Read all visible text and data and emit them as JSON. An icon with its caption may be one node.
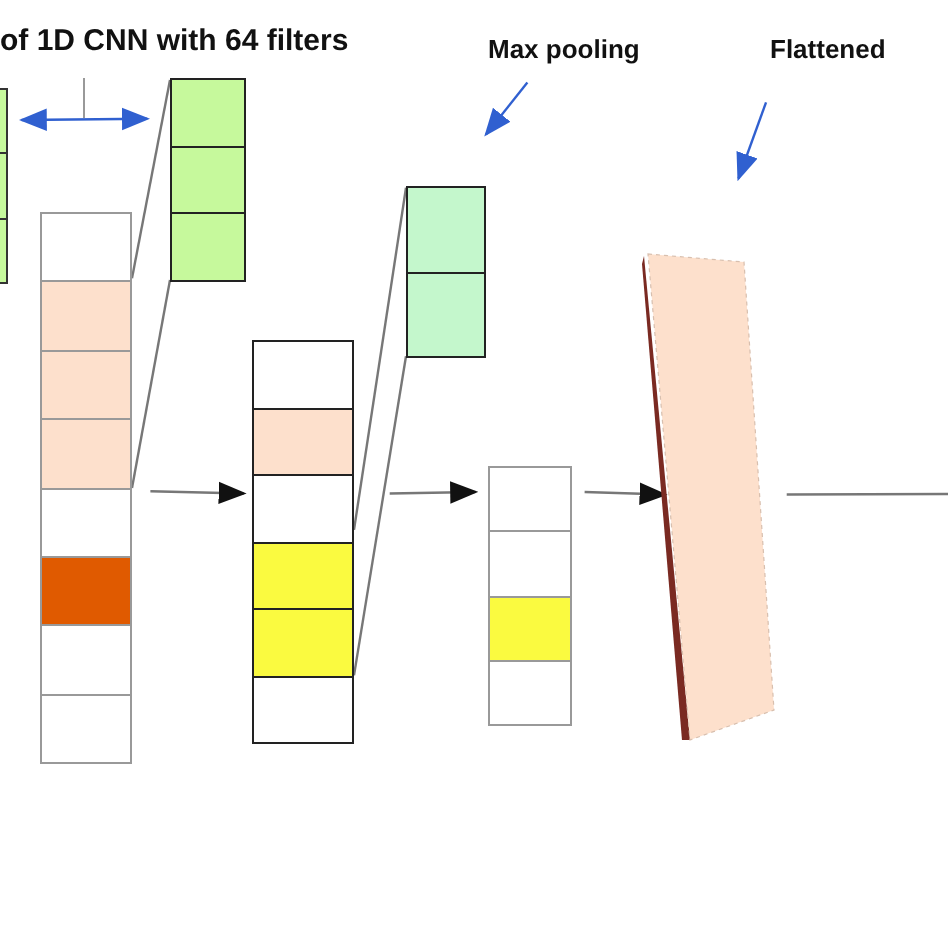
{
  "diagram": {
    "nodes": [
      {
        "text": [
          "Max pooling"
        ]
      },
      {
        "text": [
          "Flattened"
        ]
      },
      {
        "text": [],
        "shape": "box"
      },
      {
        "text": [],
        "shape": "box"
      },
      {
        "text": [],
        "shape": "box"
      },
      {
        "text": [],
        "shape": "box"
      },
      {
        "text": [],
        "shape": "box"
      },
      {
        "text": [],
        "shape": "box"
      },
      {
        "text": [],
        "shape": "bar"
      }
    ],
    "edges": [
      {
        "from": 0,
        "to": 6,
        "arrow": "to",
        "color": "#3060d0"
      },
      {
        "from": 1,
        "to": 8,
        "arrow": "to",
        "color": "#3060d0"
      },
      {
        "from": 4,
        "to": 3,
        "arrow": "none"
      },
      {
        "from": 4,
        "to": 3,
        "arrow": "none"
      },
      {
        "from": 6,
        "to": 5,
        "arrow": "none"
      },
      {
        "from": 6,
        "to": 5,
        "arrow": "none"
      },
      {
        "from": 3,
        "to": 5,
        "arrow": "to"
      },
      {
        "from": 5,
        "to": 7,
        "arrow": "to"
      },
      {
        "from": 7,
        "to": 8,
        "arrow": "to"
      },
      {
        "from": 8,
        "to": null,
        "arrow": "none"
      },
      {
        "from": 2,
        "to": 4,
        "arrow": "both",
        "color": "#3060d0"
      }
    ],
    "labels": [
      "of 1D CNN with 64 filters"
    ]
  }
}
